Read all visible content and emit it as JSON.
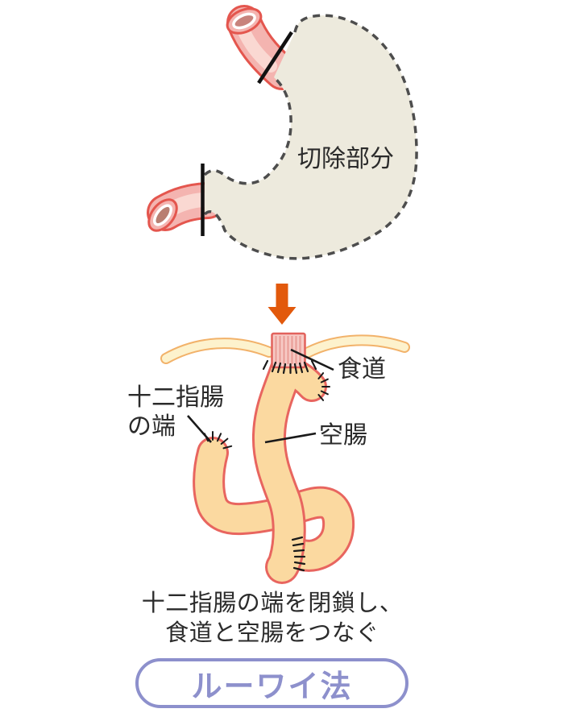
{
  "top_figure": {
    "resected_area_label": "切除部分"
  },
  "bottom_figure": {
    "esophagus_label": "食道",
    "duodenum_end_label": {
      "line1": "十二指腸",
      "line2": "の端"
    },
    "jejunum_label": "空腸"
  },
  "caption": {
    "line1": "十二指腸の端を閉鎖し、",
    "line2": "食道と空腸をつなぐ"
  },
  "badge": {
    "label": "ルーワイ法"
  },
  "colors": {
    "stomach_fill": "#edeadd",
    "outline_dash": "#4d4d4d",
    "organ_pink": "#f4b4b0",
    "organ_pink_highlight": "#fbdbd6",
    "organ_pink_border": "#e4564e",
    "lumen_mauve": "#c8837c",
    "intestine_fill": "#fbd9a0",
    "intestine_border": "#e8655f",
    "stump_fill": "#f7cbc6",
    "stump_stripe": "#eba49e",
    "band_fill": "#fdf2cd",
    "band_border": "#f2b26a",
    "arrow_orange": "#e2590c",
    "badge_purple": "#8d90cc",
    "text_dark": "#2b2b2b",
    "suture_black": "#1a1a1a"
  }
}
